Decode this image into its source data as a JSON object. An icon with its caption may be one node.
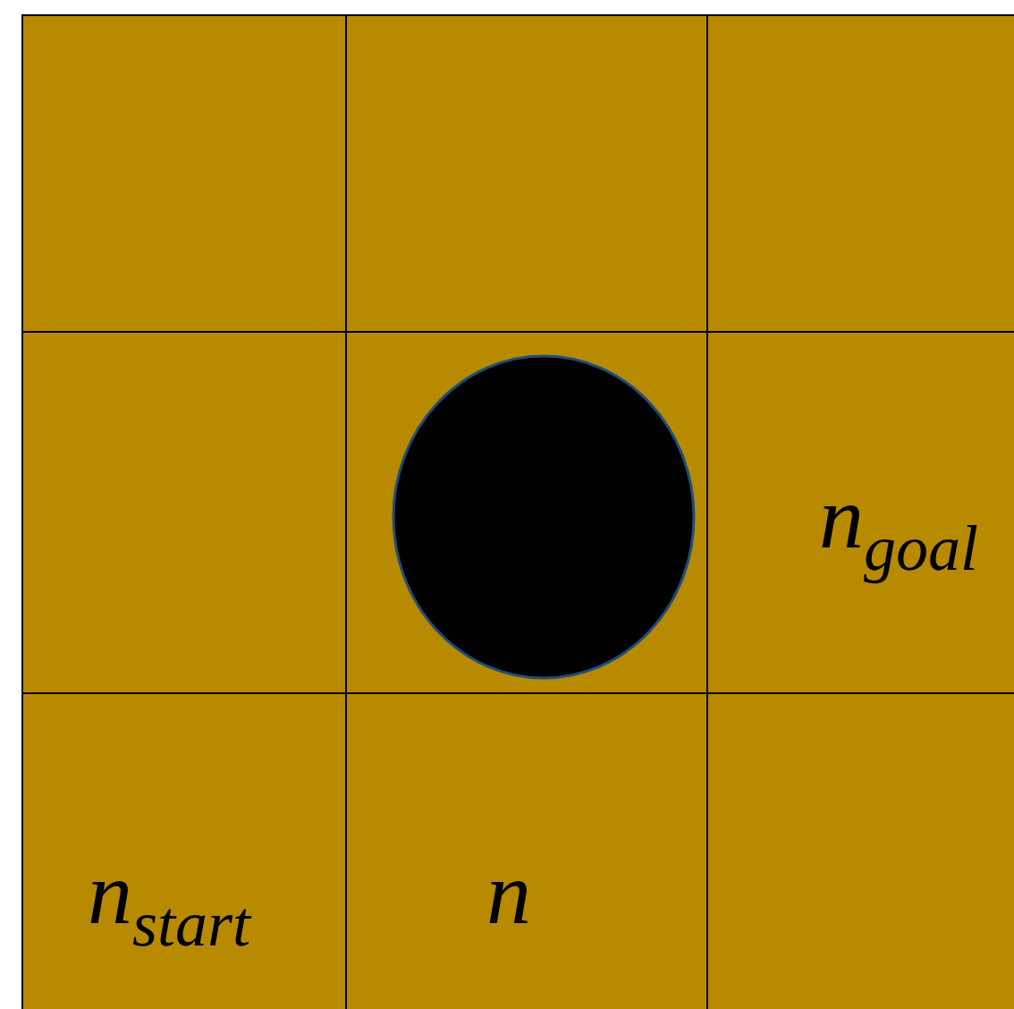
{
  "diagram": {
    "nodes": [
      {
        "text": [],
        "shape": "box"
      },
      {
        "text": [],
        "shape": "box"
      },
      {
        "text": [],
        "shape": "box"
      },
      {
        "text": [],
        "shape": "box"
      },
      {
        "text": [],
        "shape": "box"
      },
      {
        "text": [],
        "shape": "circle",
        "in": 4
      },
      {
        "text": [
          "n$_{goal}$"
        ]
      },
      {
        "text": [
          "n$_{start}$"
        ]
      },
      {
        "text": [
          "n"
        ]
      },
      {
        "text": [],
        "shape": "box"
      }
    ]
  }
}
